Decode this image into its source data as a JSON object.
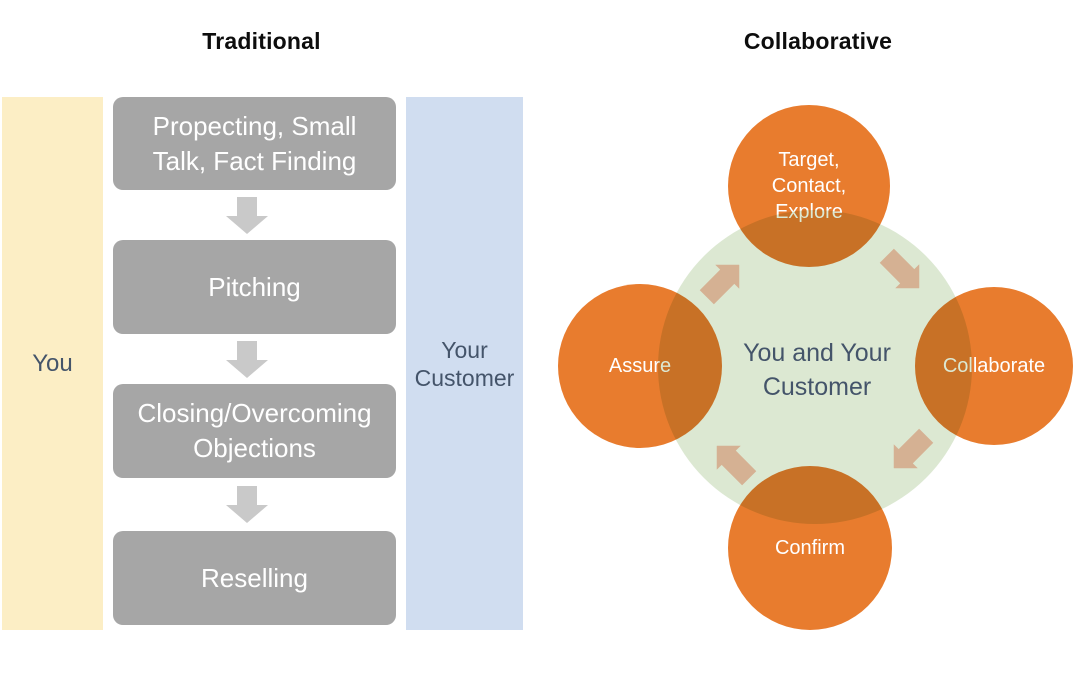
{
  "traditional": {
    "title": "Traditional",
    "you_label": "You",
    "customer_lines": [
      "Your",
      "Customer"
    ],
    "steps": [
      {
        "lines": [
          "Propecting, Small",
          "Talk, Fact Finding"
        ]
      },
      {
        "lines": [
          "Pitching"
        ]
      },
      {
        "lines": [
          "Closing/Overcoming",
          "Objections"
        ]
      },
      {
        "lines": [
          "Reselling"
        ]
      }
    ]
  },
  "collaborative": {
    "title": "Collaborative",
    "center_lines": [
      "You and Your",
      "Customer"
    ],
    "stage_top_lines": [
      "Target,",
      "Contact,",
      "Explore"
    ],
    "stage_left": "Assure",
    "stage_right": "Collaborate",
    "stage_bottom": "Confirm",
    "flow_direction": "clockwise"
  },
  "colors": {
    "stage_orange": "#E87C2E",
    "hub_green": "#DCE8D2",
    "cycle_arrow_tan": "#D5B193",
    "step_box_gray": "#A6A6A6",
    "flow_arrow_gray": "#C9C9C9",
    "you_bar_yellow": "#FCEEC5",
    "customer_bar_blue": "#D0DDF0",
    "navy_text": "#44546A"
  }
}
